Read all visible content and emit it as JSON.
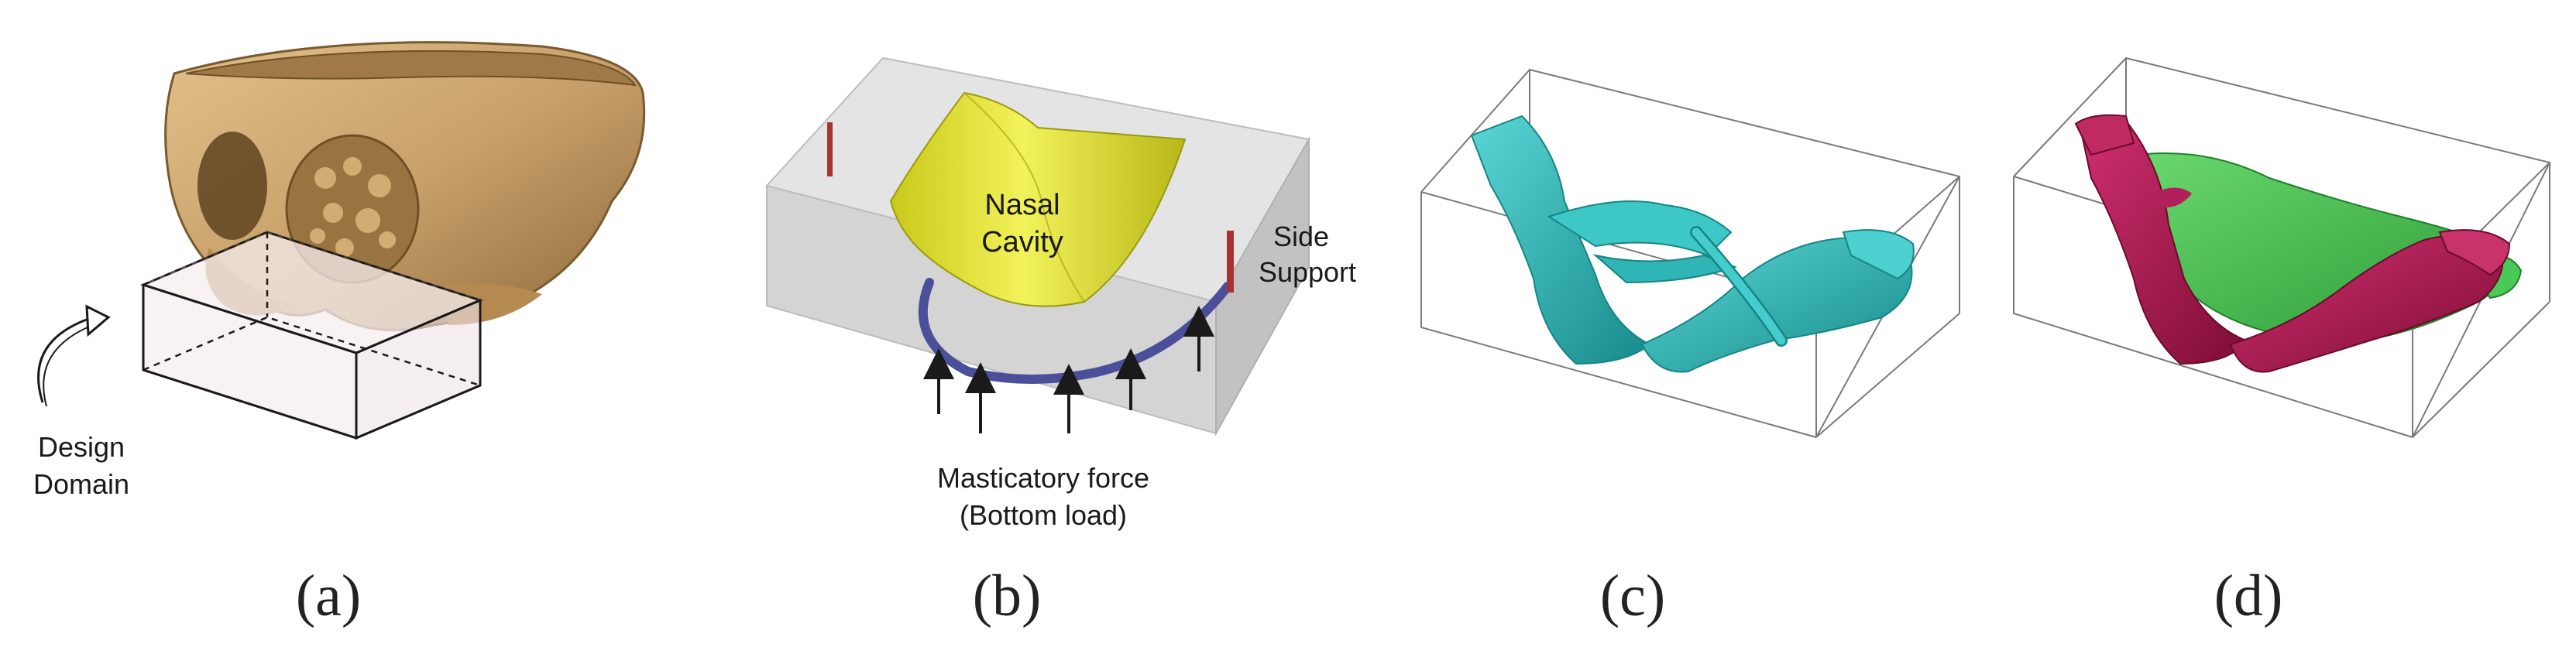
{
  "panels": {
    "a": {
      "caption": "(a)",
      "design_label_line1": "Design",
      "design_label_line2": "Domain",
      "colors": {
        "skull": "#c8a06a",
        "skull_dark": "#8c6a3c",
        "box_fill": "#f6eef0"
      }
    },
    "b": {
      "caption": "(b)",
      "nasal_line1": "Nasal",
      "nasal_line2": "Cavity",
      "side_line1": "Side",
      "side_line2": "Support",
      "force_line1": "Masticatory force",
      "force_line2": "(Bottom load)",
      "colors": {
        "block": "#d9d9d9",
        "nasal": "#e5e53a",
        "arch": "#4b4f9a",
        "support": "#a83232"
      }
    },
    "c": {
      "caption": "(c)",
      "colors": {
        "structure": "#25b8b8",
        "structure_dark": "#178a8a"
      }
    },
    "d": {
      "caption": "(d)",
      "colors": {
        "primary": "#a8174a",
        "secondary": "#3dbb4a"
      }
    }
  }
}
